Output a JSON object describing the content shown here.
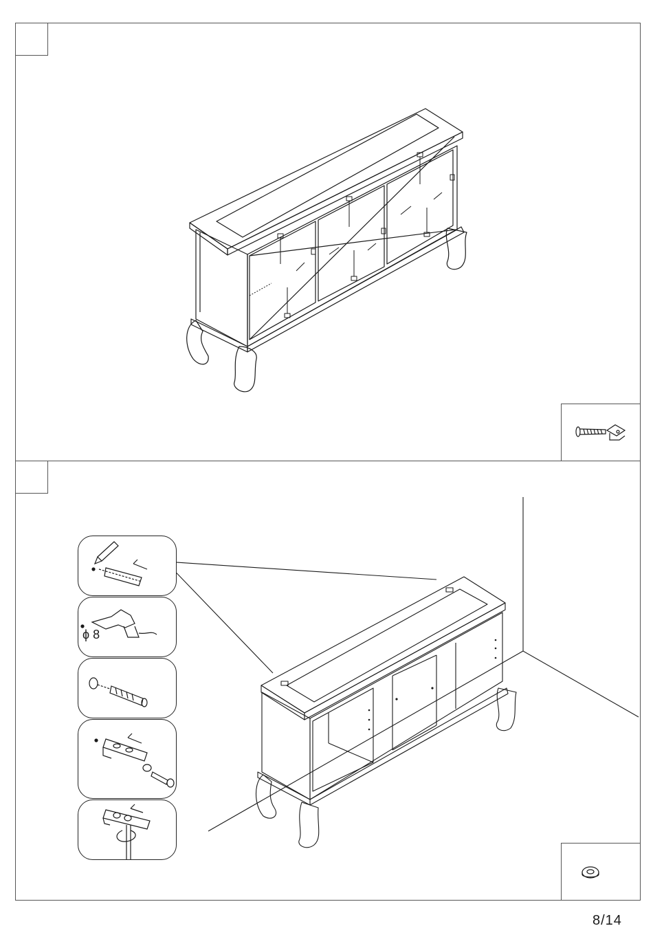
{
  "steps": [
    {
      "id": "step-1",
      "number": ""
    },
    {
      "id": "step-2",
      "number": ""
    }
  ],
  "tool_steps": [
    {
      "name": "mark-with-pencil"
    },
    {
      "name": "drill-hole",
      "label": "ϕ 8"
    },
    {
      "name": "insert-wall-plug"
    },
    {
      "name": "fix-bracket-with-screw"
    },
    {
      "name": "tighten-bracket"
    }
  ],
  "parts": [
    {
      "name": "screw-with-bracket-icon"
    },
    {
      "name": "washer-icon"
    }
  ],
  "footer": {
    "page_number": "8/14"
  },
  "colors": {
    "line": "#1a1a1a",
    "border": "#555555"
  }
}
